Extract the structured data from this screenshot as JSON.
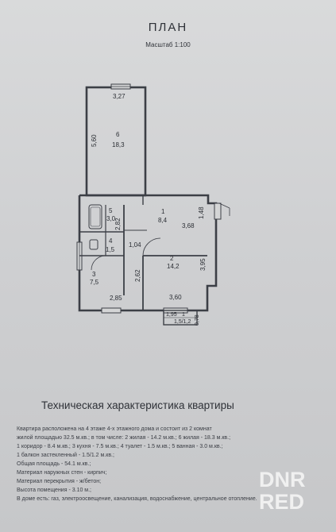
{
  "header": {
    "title": "ПЛАН",
    "scale": "Масштаб 1:100"
  },
  "plan": {
    "labels": {
      "w_top": "3,27",
      "room6_num": "6",
      "room6_area": "18,3",
      "h_left_room6": "5,60",
      "room5_num": "5",
      "room5_area": "3,0",
      "room1_num": "1",
      "room1_area": "8,4",
      "d_148": "1,48",
      "d_368": "3,68",
      "d_282": "2,82",
      "room4_num": "4",
      "room4_area": "1,5",
      "d_104": "1,04",
      "room2_num": "2",
      "room2_area": "14,2",
      "d_395": "3,95",
      "room3_num": "3",
      "room3_area": "7,5",
      "d_262": "2,62",
      "d_285": "2,85",
      "d_360": "3,60",
      "d_195": "1,95",
      "d_1": "1",
      "balcony": "1,5/1,2",
      "d_078": "0,78"
    }
  },
  "specs": {
    "heading": "Техническая характеристика квартиры",
    "lines": [
      "Квартира расположена на        4        этаже    4-х    этажного дома и состоит из      2          комнат",
      "жилой площадью   32.5  м.кв.; в том числе:  2    жилая - 14.2  м.кв.;   6    жилая - 18.3  м.кв.;",
      "  1   коридор -  8.4   м.кв.;  3   кухня -  7.5  м.кв.;  4   туалет - 1.5   м.кв.;   5    ванная -  3.0  м.кв.;",
      "  1   балкон застекленный - 1.5/1.2 м.кв.;",
      "Общая площадь -  54.1  м.кв.;",
      "Материал наружных стен -        кирпич;",
      "Материал перекрытия  -  ж/бетон;",
      "Высота помещения  -  3.10  м.;",
      "В доме есть: газ, электроосвещение, канализация, водоснабжение, центральное отопление."
    ]
  },
  "watermark": {
    "line1": "DNR",
    "line2": "RED"
  }
}
